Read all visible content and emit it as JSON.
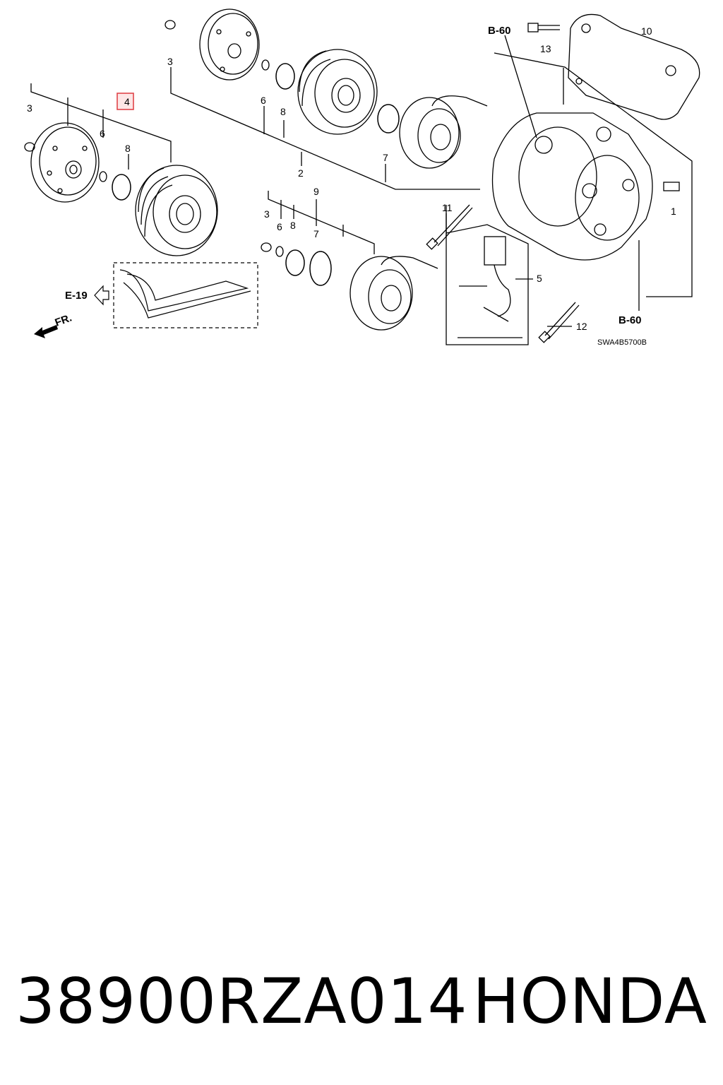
{
  "diagram": {
    "callouts": [
      "1",
      "2",
      "3",
      "4",
      "5",
      "6",
      "7",
      "8",
      "9",
      "10",
      "11",
      "12",
      "13"
    ],
    "highlighted_callout": "4",
    "highlight_color": "#e0454a",
    "refs": {
      "b60_top": "B-60",
      "b60_bottom": "B-60",
      "e19": "E-19",
      "front": "FR."
    },
    "diagram_code": "SWA4B5700B"
  },
  "caption": {
    "part_number": "38900RZA014",
    "brand": "HONDA"
  }
}
